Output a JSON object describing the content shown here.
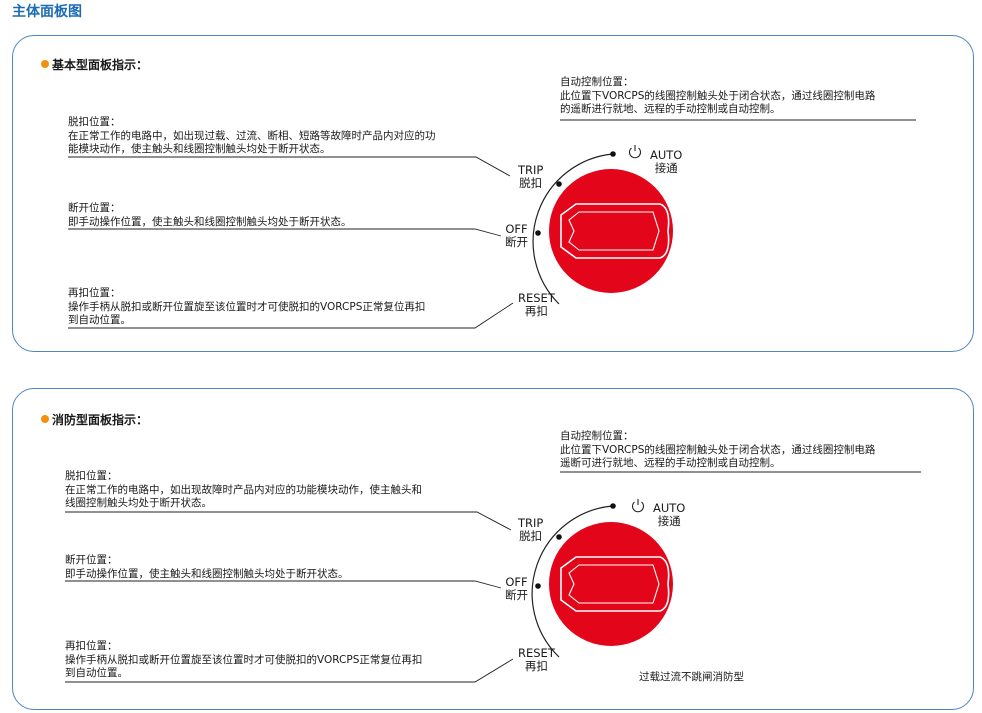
{
  "page_title": "主体面板图",
  "panels": [
    {
      "heading": "基本型面板指示：",
      "auto_desc": "自动控制位置：\n此位置下VORCPS的线圈控制触头处于闭合状态，通过线圈控制电路\n的遥断进行就地、远程的手动控制或自动控制。",
      "trip_desc": "脱扣位置：\n在正常工作的电路中，如出现过载、过流、断相、短路等故障时产品内对应的功\n能模块动作，使主触头和线圈控制触头均处于断开状态。",
      "off_desc": "断开位置：\n即手动操作位置，使主触头和线圈控制触头均处于断开状态。",
      "reset_desc": "再扣位置：\n操作手柄从脱扣或断开位置旋至该位置时才可使脱扣的VORCPS正常复位再扣\n到自动位置。",
      "auto_label": "AUTO\n接通",
      "trip_label": "TRIP\n脱扣",
      "off_label": "OFF\n断开",
      "reset_label": "RESET\n再扣",
      "note": ""
    },
    {
      "heading": "消防型面板指示：",
      "auto_desc": "自动控制位置：\n此位置下VORCPS的线圈控制触头处于闭合状态，通过线圈控制电路\n遥断可进行就地、远程的手动控制或自动控制。",
      "trip_desc": "脱扣位置：\n在正常工作的电路中，如出现故障时产品内对应的功能模块动作，使主触头和\n线圈控制触头均处于断开状态。",
      "off_desc": "断开位置：\n即手动操作位置，使主触头和线圈控制触头均处于断开状态。",
      "reset_desc": "再扣位置：\n操作手柄从脱扣或断开位置旋至该位置时才可使脱扣的VORCPS正常复位再扣\n到自动位置。",
      "auto_label": "AUTO\n接通",
      "trip_label": "TRIP\n脱扣",
      "off_label": "OFF\n断开",
      "reset_label": "RESET\n再扣",
      "note": "过载过流不跳闸消防型"
    }
  ],
  "colors": {
    "title": "#1b6cb4",
    "border": "#4f86bf",
    "bullet": "#f29111",
    "knob": "#e3061a"
  },
  "icons": {
    "power": "power-icon"
  }
}
